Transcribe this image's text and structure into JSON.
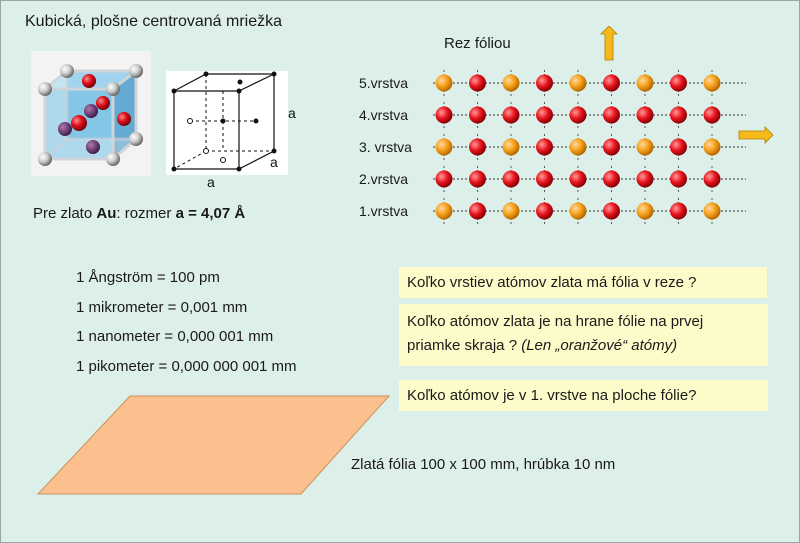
{
  "title": "Kubická, plošne centrovaná mriežka",
  "cube_diagram": {
    "edge_label_right": "a",
    "edge_label_back": "a",
    "edge_label_bottom": "a"
  },
  "gold_line": {
    "prefix": "Pre zlato ",
    "element": "Au",
    "middle": ":  rozmer  ",
    "value": "a = 4,07 Å"
  },
  "conversions": [
    "1 Ångström = 100 pm",
    "1 mikrometer = 0,001 mm",
    "1 nanometer = 0,000 001 mm",
    "1 pikometer = 0,000 000 001 mm"
  ],
  "section": {
    "title": "Rez fóliou",
    "layers": [
      "5.vrstva",
      "4.vrstva",
      "3. vrstva",
      "2.vrstva",
      "1.vrstva"
    ],
    "layer_atoms": [
      [
        "orange",
        "red",
        "orange",
        "red",
        "orange",
        "red",
        "orange",
        "red",
        "orange"
      ],
      [
        "red",
        "red",
        "red",
        "red",
        "red",
        "red",
        "red",
        "red",
        "red"
      ],
      [
        "orange",
        "red",
        "orange",
        "red",
        "orange",
        "red",
        "orange",
        "red",
        "orange"
      ],
      [
        "red",
        "red",
        "red",
        "red",
        "red",
        "red",
        "red",
        "red",
        "red"
      ],
      [
        "orange",
        "red",
        "orange",
        "red",
        "orange",
        "red",
        "orange",
        "red",
        "orange"
      ]
    ]
  },
  "questions": {
    "q1": "Koľko vrstiev atómov zlata má fólia v reze ?",
    "q2_line1": "Koľko atómov zlata je na hrane fólie na prvej",
    "q2_line2": "priamke skraja ? ",
    "q2_italic": "(Len „oranžové“ atómy)",
    "q3": "Koľko atómov je v 1. vrstve na ploche fólie?"
  },
  "foil_caption": "Zlatá fólia 100 x 100 mm, hrúbka 10 nm",
  "colors": {
    "background": "#dcefe8",
    "question_box": "#fcfbc9",
    "foil": "#fbc08e",
    "atom_orange": "#f5a01a",
    "atom_red": "#e8141c",
    "arrow": "#f6b91c",
    "cube_face": "#74c3e8"
  }
}
